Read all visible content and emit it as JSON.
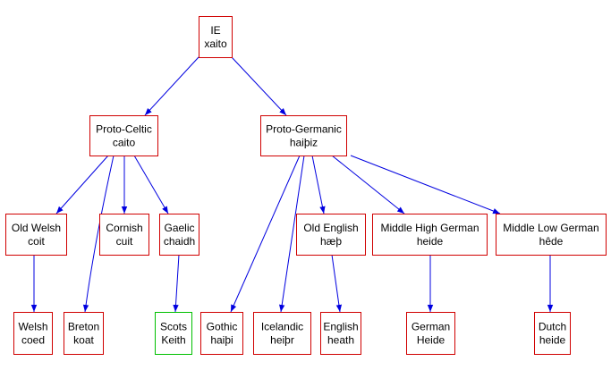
{
  "diagram": {
    "nodes": {
      "ie": {
        "line1": "IE",
        "line2": "xaito",
        "highlight": false
      },
      "pceltic": {
        "line1": "Proto-Celtic",
        "line2": "caito",
        "highlight": false
      },
      "pgerm": {
        "line1": "Proto-Germanic",
        "line2": "haiþiz",
        "highlight": false
      },
      "owelsh": {
        "line1": "Old Welsh",
        "line2": "coit",
        "highlight": false
      },
      "cornish": {
        "line1": "Cornish",
        "line2": "cuit",
        "highlight": false
      },
      "gaelic": {
        "line1": "Gaelic",
        "line2": "chaidh",
        "highlight": false
      },
      "oenglish": {
        "line1": "Old English",
        "line2": "hæþ",
        "highlight": false
      },
      "mhg": {
        "line1": "Middle High German",
        "line2": "heide",
        "highlight": false
      },
      "mlg": {
        "line1": "Middle Low German",
        "line2": "hêde",
        "highlight": false
      },
      "welsh": {
        "line1": "Welsh",
        "line2": "coed",
        "highlight": false
      },
      "breton": {
        "line1": "Breton",
        "line2": "koat",
        "highlight": false
      },
      "scots": {
        "line1": "Scots",
        "line2": "Keith",
        "highlight": true
      },
      "gothic": {
        "line1": "Gothic",
        "line2": "haiþi",
        "highlight": false
      },
      "icelandic": {
        "line1": "Icelandic",
        "line2": "heiþr",
        "highlight": false
      },
      "english": {
        "line1": "English",
        "line2": "heath",
        "highlight": false
      },
      "german": {
        "line1": "German",
        "line2": "Heide",
        "highlight": false
      },
      "dutch": {
        "line1": "Dutch",
        "line2": "heide",
        "highlight": false
      }
    },
    "edges": [
      [
        "ie",
        "pceltic"
      ],
      [
        "ie",
        "pgerm"
      ],
      [
        "pceltic",
        "owelsh"
      ],
      [
        "pceltic",
        "breton"
      ],
      [
        "pceltic",
        "cornish"
      ],
      [
        "pceltic",
        "gaelic"
      ],
      [
        "owelsh",
        "welsh"
      ],
      [
        "gaelic",
        "scots"
      ],
      [
        "pgerm",
        "gothic"
      ],
      [
        "pgerm",
        "icelandic"
      ],
      [
        "pgerm",
        "oenglish"
      ],
      [
        "pgerm",
        "mhg"
      ],
      [
        "pgerm",
        "mlg"
      ],
      [
        "oenglish",
        "english"
      ],
      [
        "mhg",
        "german"
      ],
      [
        "mlg",
        "dutch"
      ]
    ],
    "colors": {
      "box": "#d00000",
      "highlight_box": "#00c000",
      "edge": "#0000e0"
    }
  }
}
